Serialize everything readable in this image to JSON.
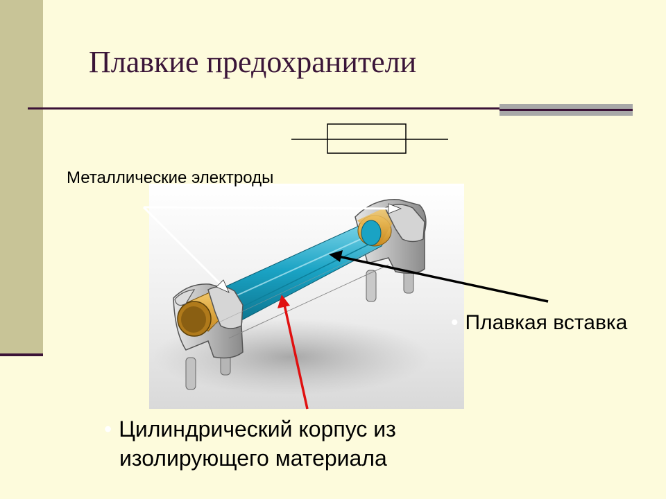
{
  "title": "Плавкие предохранители",
  "labels": {
    "electrodes": "Металлические электроды",
    "fuse_insert": "Плавкая вставка",
    "body_line1": "Цилиндрический корпус из",
    "body_line2": "изолирующего материала"
  },
  "bullet": "•",
  "colors": {
    "background": "#fdfbdc",
    "side_band": "#c8c497",
    "accent": "#3b1237",
    "tube": "#1ba8c8",
    "electrode_caps": "#e8a93a",
    "red_arrow": "#e01010"
  }
}
